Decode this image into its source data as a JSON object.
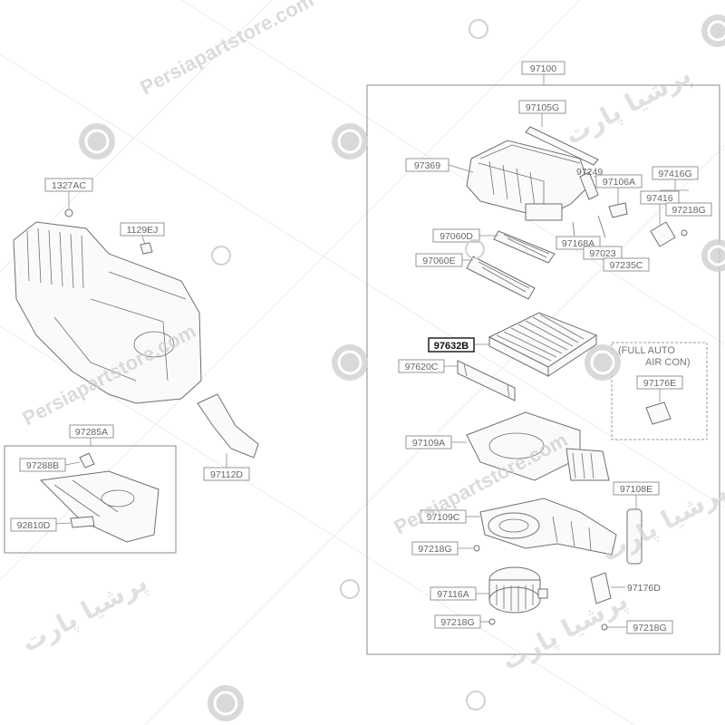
{
  "labels": {
    "l97100": "97100",
    "l97105G": "97105G",
    "l97369": "97369",
    "l97249": "97249",
    "l97106A": "97106A",
    "l97416G": "97416G",
    "l97416": "97416",
    "l97218G_top": "97218G",
    "l97060D": "97060D",
    "l97168A": "97168A",
    "l97023": "97023",
    "l97235C": "97235C",
    "l97060E": "97060E",
    "l97632B": "97632B",
    "l97620C": "97620C",
    "l97176E": "97176E",
    "l97109A": "97109A",
    "l97108E": "97108E",
    "l97109C": "97109C",
    "l97218G_mid": "97218G",
    "l97116A": "97116A",
    "l97176D": "97176D",
    "l97218G_low": "97218G",
    "l97218G_right": "97218G",
    "l1327AC": "1327AC",
    "l1129EJ": "1129EJ",
    "l97285A": "97285A",
    "l97288B": "97288B",
    "l92810D": "92810D",
    "l97112D": "97112D"
  },
  "note": {
    "line1": "(FULL AUTO",
    "line2": "AIR CON)"
  },
  "watermarks": {
    "latin": "Persiapartstore.com",
    "arabic": "پرشیا پارت"
  },
  "icons": [
    "watermark-logo-icon"
  ],
  "colors": {
    "background": "#ffffff",
    "line": "#8a8a8a",
    "highlight": "#111111",
    "watermark": "#cfcfcf"
  }
}
